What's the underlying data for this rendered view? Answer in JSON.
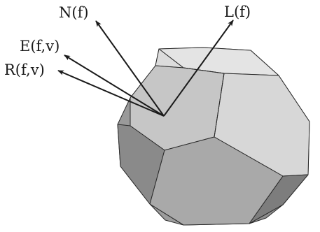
{
  "figure": {
    "vectors": [
      {
        "key": "normal",
        "label": "N(f)"
      },
      {
        "key": "light",
        "label": "L(f)"
      },
      {
        "key": "eye",
        "label": "E(f,v)"
      },
      {
        "key": "reflection",
        "label": "R(f,v)"
      }
    ]
  },
  "colors": {
    "line": "#1a1a1a",
    "edge": "#2a2a2a",
    "face_front": "#a9a9a9",
    "face_upper_left": "#c6c6c6",
    "face_upper_right": "#d7d7d7",
    "face_top": "#e4e4e4",
    "face_top_small": "#dcdcdc",
    "face_left": "#8a8a8a",
    "face_right": "#7d7d7d",
    "face_bottom": "#8e8e8e",
    "face_bottom_left": "#9c9c9c",
    "face_bottom_right": "#8f8f8f"
  }
}
